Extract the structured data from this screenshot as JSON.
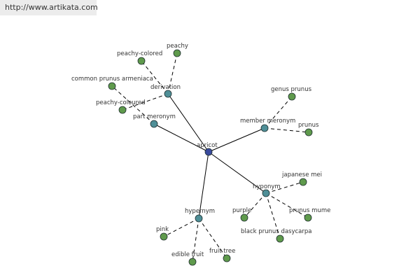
{
  "banner": {
    "url": "http://www.artikata.com"
  },
  "colors": {
    "center_node": "#3a4a9e",
    "relation_node": "#4f8f97",
    "leaf_node": "#5f9a4c"
  },
  "graph": {
    "center": {
      "id": "apricot",
      "label": "apricot"
    },
    "relations": [
      {
        "id": "derivation",
        "label": "derivation",
        "children": [
          {
            "id": "peachy-colored",
            "label": "peachy-colored"
          },
          {
            "id": "peachy",
            "label": "peachy"
          },
          {
            "id": "peachy-coloured",
            "label": "peachy-coloured"
          }
        ]
      },
      {
        "id": "part-meronym",
        "label": "part meronym",
        "children": [
          {
            "id": "common-prunus-armeniaca",
            "label": "common prunus armeniaca"
          }
        ]
      },
      {
        "id": "member-meronym",
        "label": "member meronym",
        "children": [
          {
            "id": "genus-prunus",
            "label": "genus prunus"
          },
          {
            "id": "prunus",
            "label": "prunus"
          }
        ]
      },
      {
        "id": "hyponym",
        "label": "hyponym",
        "children": [
          {
            "id": "japanese-mei",
            "label": "japanese mei"
          },
          {
            "id": "purple",
            "label": "purple"
          },
          {
            "id": "prunus-mume",
            "label": "prunus mume"
          },
          {
            "id": "black-prunus-dasycarpa",
            "label": "black prunus dasycarpa"
          }
        ]
      },
      {
        "id": "hypernym",
        "label": "hypernym",
        "children": [
          {
            "id": "pink",
            "label": "pink"
          },
          {
            "id": "edible-fruit",
            "label": "edible fruit"
          },
          {
            "id": "fruit-tree",
            "label": "fruit tree"
          }
        ]
      }
    ]
  }
}
